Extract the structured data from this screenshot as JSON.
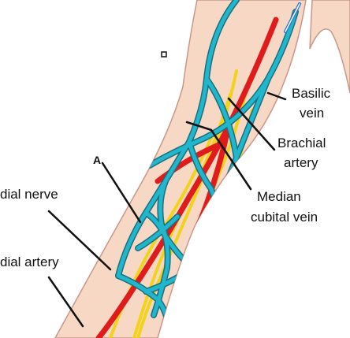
{
  "colors": {
    "skin": "#f7d8c4",
    "skin_outline": "#c9978a",
    "vein": "#21b6cc",
    "vein_dark": "#1a6f7f",
    "artery": "#e01b1b",
    "nerve": "#f2d21a",
    "leader": "#111111"
  },
  "labels": {
    "basilic_line1": "Basilic",
    "basilic_line2": "vein",
    "brachial_line1": "Brachial",
    "brachial_line2": "artery",
    "median_line1": "Median",
    "median_line2": "cubital vein",
    "radial_nerve": "dial nerve",
    "radial_artery": "dial artery",
    "marker_a": "A"
  }
}
